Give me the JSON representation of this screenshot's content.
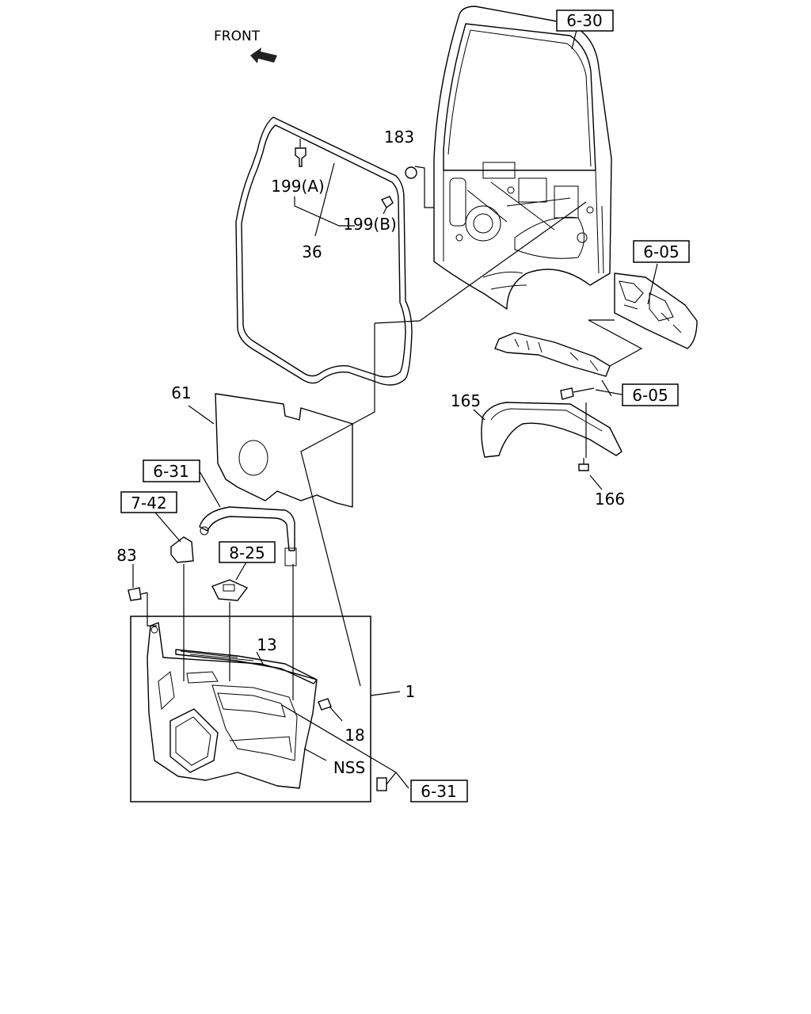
{
  "front": {
    "label": "FRONT"
  },
  "ref_boxes": [
    {
      "id": "r630",
      "text": "6-30"
    },
    {
      "id": "r605a",
      "text": "6-05"
    },
    {
      "id": "r605b",
      "text": "6-05"
    },
    {
      "id": "r631a",
      "text": "6-31"
    },
    {
      "id": "r742",
      "text": "7-42"
    },
    {
      "id": "r825",
      "text": "8-25"
    },
    {
      "id": "r631b",
      "text": "6-31"
    }
  ],
  "callouts": {
    "c183": "183",
    "c199a": "199(A)",
    "c199b": "199(B)",
    "c36": "36",
    "c61": "61",
    "c165": "165",
    "c166": "166",
    "c83": "83",
    "c13": "13",
    "c1": "1",
    "c18": "18",
    "cnss": "NSS"
  }
}
